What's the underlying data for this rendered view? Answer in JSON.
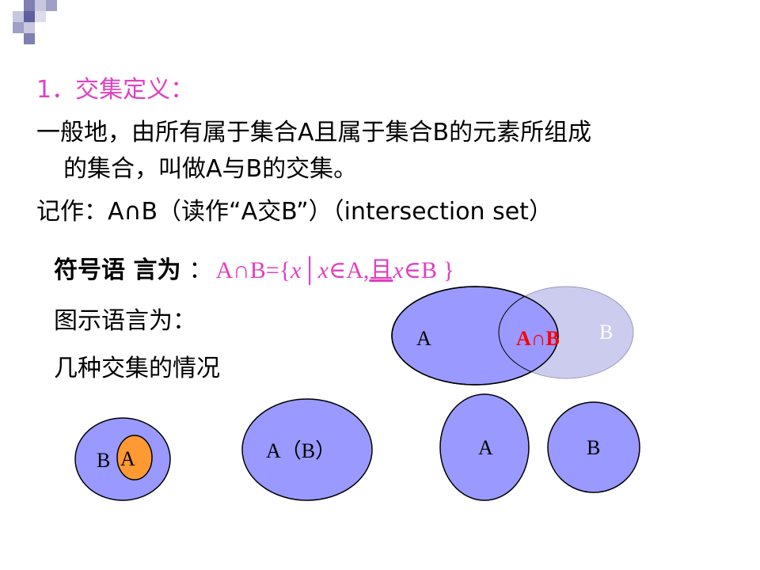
{
  "slide": {
    "heading": "1．交集定义：",
    "definition_line1": "一般地，由所有属于集合A且属于集合B的元素所组成",
    "definition_line2": "的集合，叫做A与B的交集。",
    "notation": "记作：A∩B（读作“A交B”）（intersection set）",
    "symbolic": {
      "label": "符号语 言为",
      "colon": "：",
      "prefix": "A∩B={",
      "x1": "x",
      "bar": "│",
      "x2": "x",
      "in1": "∈A,",
      "qie": "且",
      "x3": "x",
      "in2": "∈B }"
    },
    "diagram_language": "图示语言为：",
    "cases_title": "几种交集的情况"
  },
  "venn_main": {
    "label_a": "A",
    "label_b": "B",
    "label_intersection": "A∩B"
  },
  "case_subset": {
    "label_b": "B",
    "label_a": "A"
  },
  "case_equal": {
    "label": "A（B）"
  },
  "case_disjoint": {
    "label_a": "A",
    "label_b": "B"
  },
  "colors": {
    "heading": "#e040c0",
    "set_a_fill": "#9999ff",
    "set_b_fill": "#ccccee",
    "subset_fill": "#ff9933",
    "intersection_text": "#ff0000",
    "outline": "#000000"
  }
}
